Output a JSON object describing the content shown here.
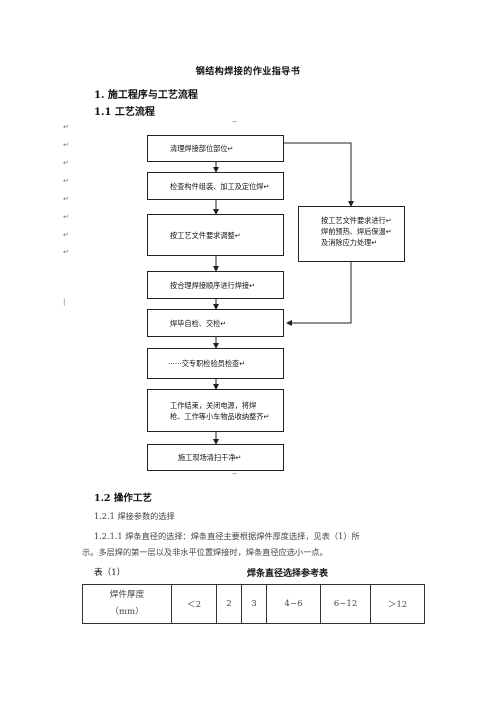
{
  "doc": {
    "title": "钢结构焊接的作业指导书",
    "h1": "1. 施工程序与工艺流程",
    "h2": "1.1 工艺流程"
  },
  "flow": {
    "steps": [
      "清理焊接部位部位↵",
      "检查构件组装、加工及定位焊↵",
      "按工艺文件要求调整↵",
      "按合理焊接顺序进行焊接↵",
      "焊毕自检、交检↵",
      "······交专职检验员检查↵",
      "工作结束，关闭电源，将焊\n枪、工作等小车物品收纳整齐↵",
      "施工现场清扫干净↵"
    ],
    "side_lines": [
      "按工艺文件要求进行↵",
      "焊前预热、焊后保温↵",
      "及消除应力处理↵"
    ],
    "left_marks": [
      "↵",
      "↵",
      "↵",
      "↵",
      "↵",
      "↵",
      "↵",
      "↵"
    ],
    "tick_mark": "−"
  },
  "section": {
    "title": "1.2 操作工艺",
    "l1": "1.2.1 焊接参数的选择",
    "l2": "1.2.1.1 焊条直径的选择：焊条直径主要根据焊件厚度选择，见表（1）所",
    "l3": "示。多层焊的第一层以及非水平位置焊接时，焊条直径应选小一点。"
  },
  "table": {
    "caption": "表（1）",
    "title": "焊条直径选择参考表",
    "header": "焊件厚度\n（mm）",
    "cols": [
      "＜2",
      "2",
      "3",
      "4~6",
      "6~12",
      "＞12"
    ]
  }
}
